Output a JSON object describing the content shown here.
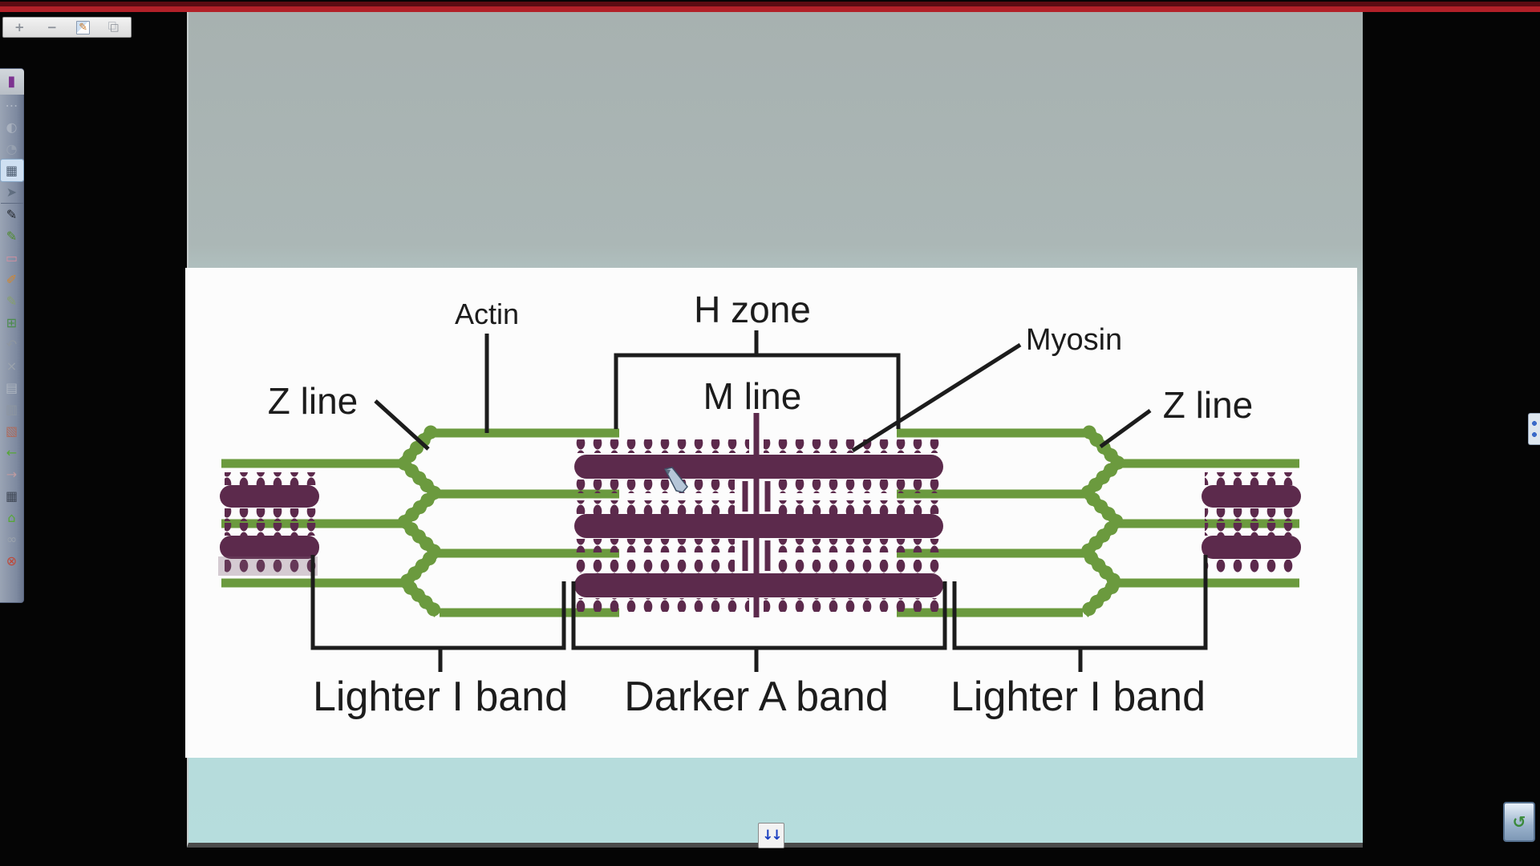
{
  "titlebar": {
    "stripe_colors": [
      "#5c0b12",
      "#b22028"
    ]
  },
  "top_toolbar": {
    "buttons": [
      {
        "name": "zoom-in-button",
        "glyph": "+"
      },
      {
        "name": "zoom-out-button",
        "glyph": "−"
      },
      {
        "name": "annotate-note-button",
        "glyph": "✎",
        "cls": "note"
      },
      {
        "name": "arrange-windows-button",
        "glyph": "□",
        "cls": "win"
      }
    ]
  },
  "sidebar": {
    "icons": [
      {
        "name": "marker-tool-icon",
        "glyph": "▮",
        "color": "#7d3390",
        "cls": "head"
      },
      {
        "name": "toolbar-options-icon",
        "glyph": "⋯",
        "color": "#d8dde4",
        "cls": "dim"
      },
      {
        "name": "spotlight-tool-icon",
        "glyph": "◐",
        "color": "#c8cdd4",
        "cls": "dim"
      },
      {
        "name": "timer-tool-icon",
        "glyph": "◔",
        "color": "#aab2bc",
        "cls": "dim"
      },
      {
        "name": "capture-tool-icon",
        "glyph": "▦",
        "color": "#48586c",
        "cls": "selected"
      },
      {
        "name": "select-tool-icon",
        "glyph": "➤",
        "color": "#3c4c5c",
        "cls": "dim"
      },
      {
        "name": "pen-black-icon",
        "glyph": "✎",
        "color": "#23272d",
        "cls": "sep"
      },
      {
        "name": "pen-green-icon",
        "glyph": "✎",
        "color": "#4f8c2f"
      },
      {
        "name": "eraser-tool-icon",
        "glyph": "▭",
        "color": "#d490a0"
      },
      {
        "name": "highlighter-tool-icon",
        "glyph": "✐",
        "color": "#d4862c"
      },
      {
        "name": "multi-pen-icon",
        "glyph": "✎",
        "color": "#86a06a"
      },
      {
        "name": "add-page-grid-icon",
        "glyph": "⊞",
        "color": "#4c8c4c"
      },
      {
        "name": "undo-icon",
        "glyph": "↶",
        "color": "#8e96a0"
      },
      {
        "name": "delete-icon",
        "glyph": "×",
        "color": "#9aa2ac"
      },
      {
        "name": "page-icon",
        "glyph": "▤",
        "color": "#aeb6c0"
      },
      {
        "name": "duplicate-page-icon",
        "glyph": "▥",
        "color": "#8e96a0"
      },
      {
        "name": "export-page-icon",
        "glyph": "▧",
        "color": "#b06a5a"
      },
      {
        "name": "previous-page-icon",
        "glyph": "←",
        "color": "#56a836"
      },
      {
        "name": "next-page-icon",
        "glyph": "→",
        "color": "#bc9aa0"
      },
      {
        "name": "keyboard-icon",
        "glyph": "▦",
        "color": "#3e4654"
      },
      {
        "name": "show-desktop-icon",
        "glyph": "⌂",
        "color": "#56a836"
      },
      {
        "name": "link-tool-icon",
        "glyph": "∞",
        "color": "#9aa2ac"
      },
      {
        "name": "close-toolbar-icon",
        "glyph": "⊗",
        "color": "#c04838"
      }
    ]
  },
  "slide": {
    "background_top": "#a7b1b0",
    "background_bottom": "#b6dddd",
    "panel_color": "#fcfcfc",
    "diagram": {
      "labels": {
        "actin": "Actin",
        "h_zone": "H zone",
        "m_line": "M line",
        "myosin": "Myosin",
        "z_line_left": "Z line",
        "z_line_right": "Z line",
        "i_band_left": "Lighter I band",
        "a_band": "Darker A band",
        "i_band_right": "Lighter I band"
      },
      "colors": {
        "actin_green": "#6b9a3e",
        "myosin_plum": "#5c2a4c",
        "annotation_black": "#1c1c1c"
      }
    }
  },
  "controls": {
    "page_down_button": {
      "label": "↓↓"
    },
    "recycle_icon": {
      "glyph": "↺"
    }
  }
}
